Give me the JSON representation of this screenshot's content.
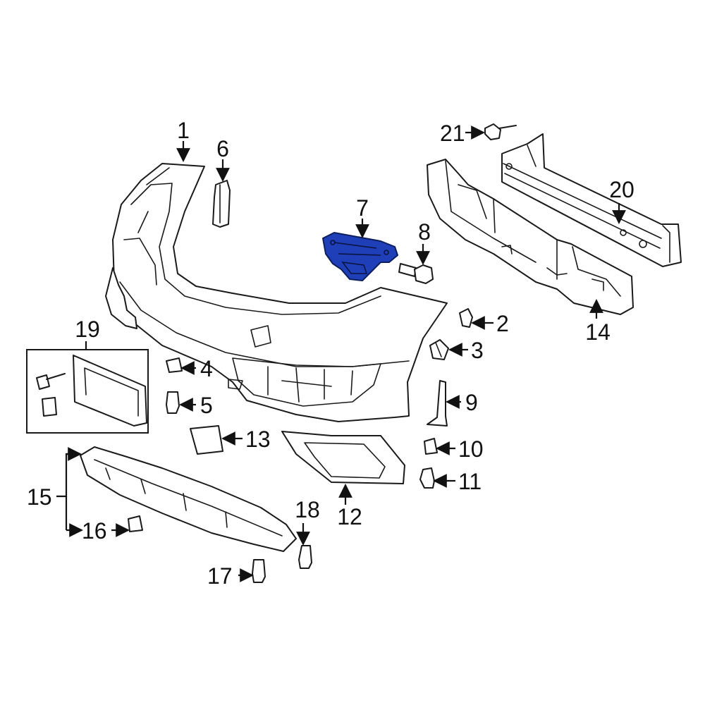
{
  "diagram": {
    "highlight_color": "#1e3fb8",
    "highlighted_part": "7",
    "callouts": {
      "c1": "1",
      "c2": "2",
      "c3": "3",
      "c4": "4",
      "c5": "5",
      "c6": "6",
      "c7": "7",
      "c8": "8",
      "c9": "9",
      "c10": "10",
      "c11": "11",
      "c12": "12",
      "c13": "13",
      "c14": "14",
      "c15": "15",
      "c16": "16",
      "c17": "17",
      "c18": "18",
      "c19": "19",
      "c20": "20",
      "c21": "21"
    }
  }
}
